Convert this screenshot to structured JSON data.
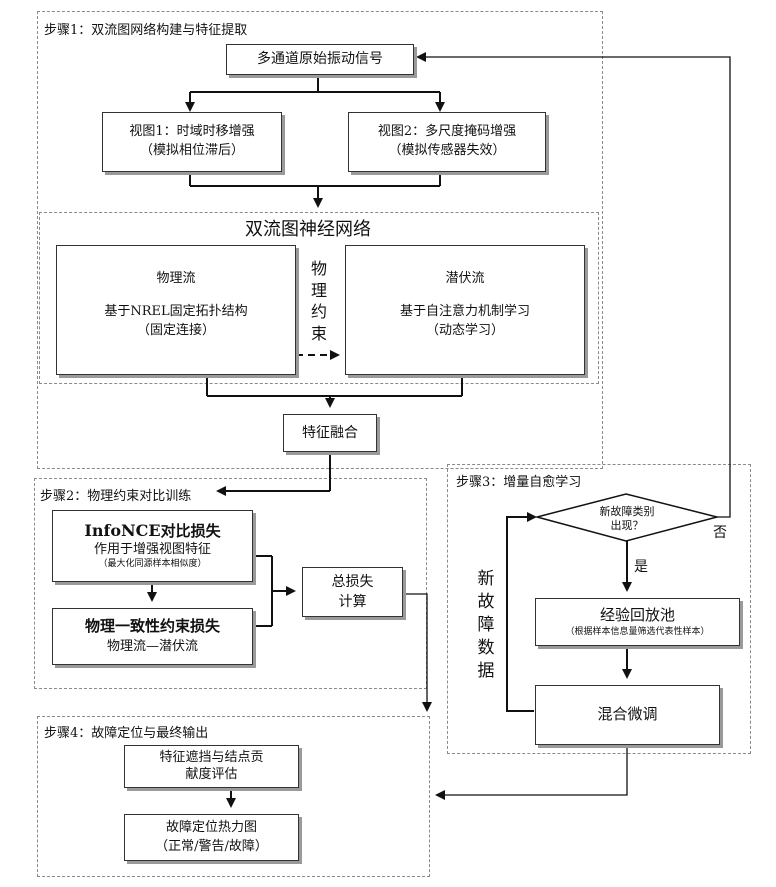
{
  "step1": {
    "title": "步骤1：双流图网络构建与特征提取",
    "signal_box": "多通道原始振动信号",
    "view1": {
      "title": "视图1：时域时移增强",
      "subtitle": "（模拟相位滞后）"
    },
    "view2": {
      "title": "视图2：多尺度掩码增强",
      "subtitle": "（模拟传感器失效）"
    },
    "network_title": "双流图神经网络",
    "physical_stream": {
      "title": "物理流",
      "desc": "基于NREL固定拓扑结构",
      "sub": "（固定连接）"
    },
    "constraint_label": "物理约束",
    "latent_stream": {
      "title": "潜伏流",
      "desc": "基于自注意力机制学习",
      "sub": "（动态学习）"
    },
    "fusion_box": "特征融合"
  },
  "step2": {
    "title": "步骤2：物理约束对比训练",
    "infonce": {
      "title_en": "InfoNCE",
      "title_cn": "对比损失",
      "desc": "作用于增强视图特征",
      "note": "（最大化同源样本相似度）"
    },
    "physics_loss": {
      "title": "物理一致性约束损失",
      "desc": "物理流—潜伏流"
    },
    "total_loss": "总损失计算"
  },
  "step3": {
    "title": "步骤3：增量自愈学习",
    "decision": "新故障类别出现？",
    "yes_label": "是",
    "no_label": "否",
    "replay_pool": {
      "title": "经验回放池",
      "note": "（根据样本信息量筛选代表性样本）"
    },
    "finetune": "混合微调",
    "new_data_label": "新故障数据"
  },
  "step4": {
    "title": "步骤4：故障定位与最终输出",
    "masking": "特征遮挡与结点贡献度评估",
    "heatmap": {
      "title": "故障定位热力图",
      "sub": "（正常/警告/故障）"
    }
  }
}
